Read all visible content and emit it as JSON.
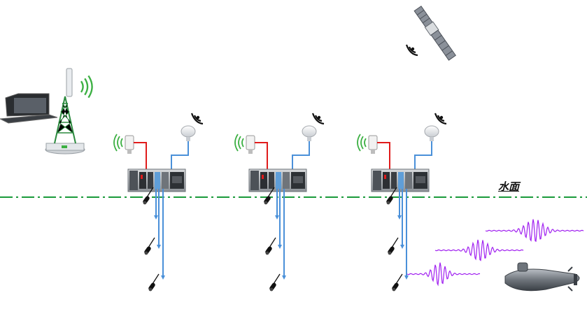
{
  "water_surface_label": "水面",
  "colors": {
    "water_line": "#1a9a3a",
    "signal_green": "#3cb043",
    "cable_red": "#e01b1b",
    "cable_blue": "#4a90d9",
    "sonar_wave": "#a020f0",
    "chassis": "#9aa0a6",
    "dark": "#222222"
  },
  "nodes": [
    {
      "id": "node-1",
      "hydrophone_count": 3
    },
    {
      "id": "node-2",
      "hydrophone_count": 3
    },
    {
      "id": "node-3",
      "hydrophone_count": 3
    }
  ],
  "icons": {
    "satellite": "satellite-icon",
    "laptop": "laptop-icon",
    "tower": "radio-tower-icon",
    "submarine": "submarine-icon"
  }
}
